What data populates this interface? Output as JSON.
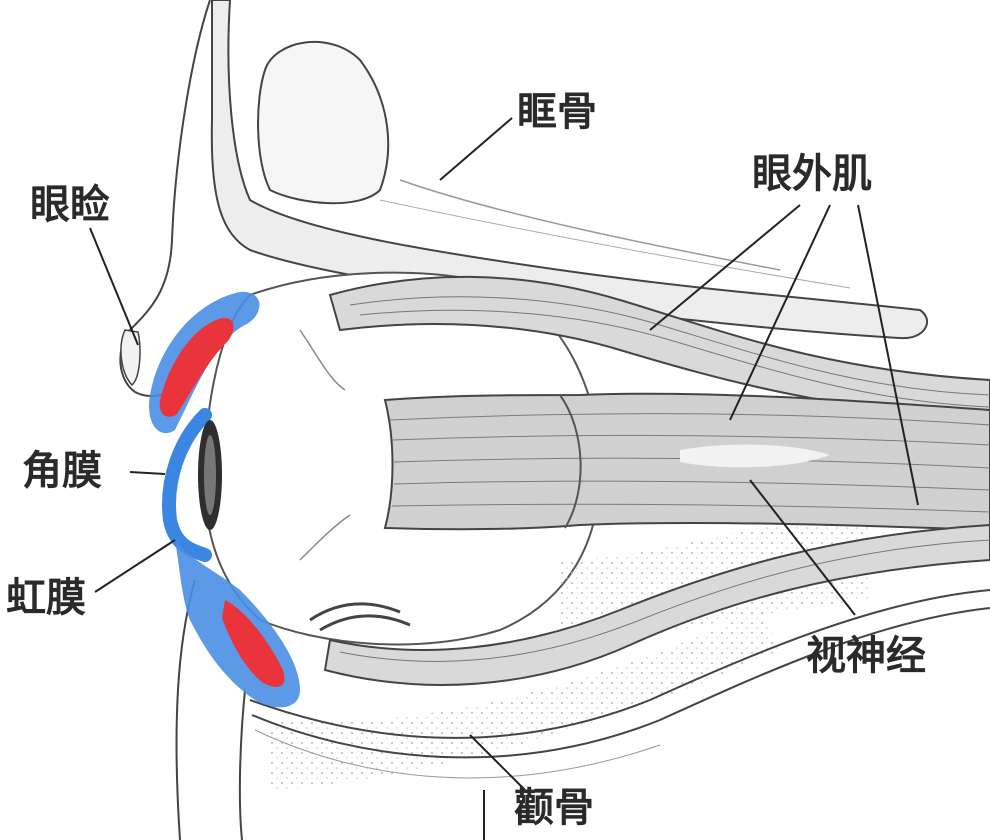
{
  "labels": {
    "orbital_bone": "眶骨",
    "extraocular_muscle": "眼外肌",
    "eyelid": "眼睑",
    "cornea": "角膜",
    "iris": "虹膜",
    "optic_nerve": "视神经",
    "maxilla": "颧骨"
  },
  "colors": {
    "highlight_blue": "#3a86e0",
    "highlight_red": "#e8343a",
    "line": "#333333",
    "bone_fill": "#ececec",
    "muscle_fill": "#d6d6d6"
  }
}
